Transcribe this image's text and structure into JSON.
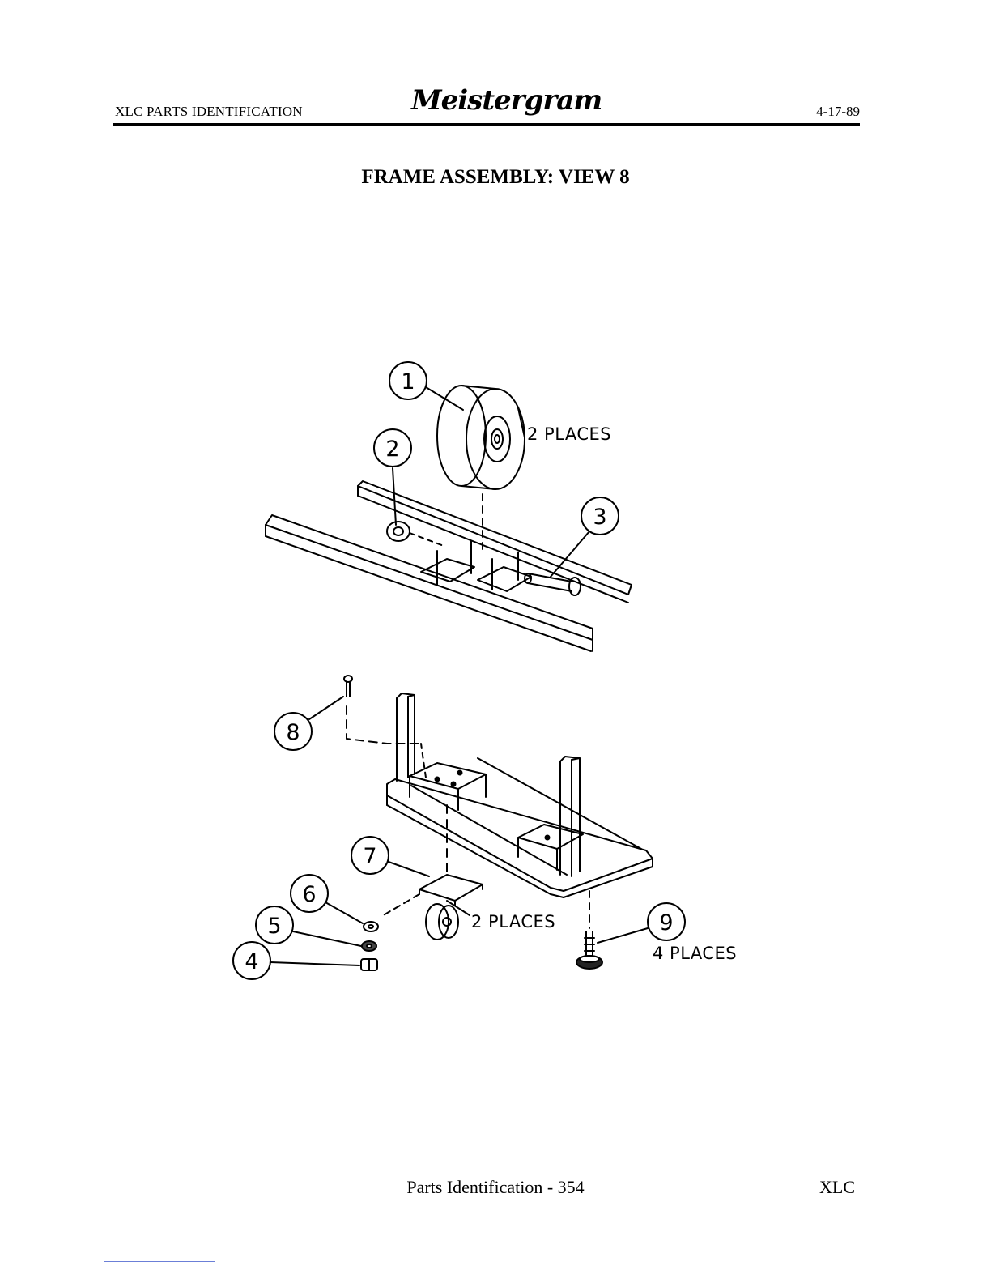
{
  "header": {
    "section": "XLC PARTS IDENTIFICATION",
    "logo": "Meistergram",
    "date": "4-17-89"
  },
  "title": "FRAME ASSEMBLY: VIEW 8",
  "callouts": {
    "c1": "1",
    "c2": "2",
    "c3": "3",
    "c4": "4",
    "c5": "5",
    "c6": "6",
    "c7": "7",
    "c8": "8",
    "c9": "9"
  },
  "notes": {
    "wheel_places": "2 PLACES",
    "caster_places": "2 PLACES",
    "leveler_places": "4 PLACES"
  },
  "footer": {
    "page": "Parts Identification - 354",
    "model": "XLC"
  }
}
